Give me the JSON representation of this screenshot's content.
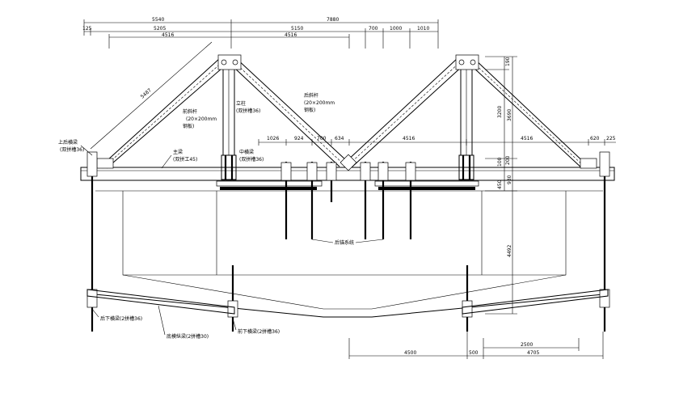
{
  "dimensions": {
    "top_total_left": "5540",
    "top_total_right": "7880",
    "row2_125": "125",
    "row2_5205": "5205",
    "row2_5150": "5150",
    "row2_700": "700",
    "row2_1000": "1000",
    "row2_1010": "1010",
    "row3_4516_left": "4516",
    "row3_4516_right": "4516",
    "diag_5487": "5487",
    "mid_1026": "1026",
    "mid_924": "924",
    "mid_700": "700",
    "mid_634": "634",
    "mid_4516_a": "4516",
    "mid_4516_b": "4516",
    "mid_620": "620",
    "mid_225": "225",
    "right_190": "190",
    "right_3200": "3200",
    "right_3690": "3690",
    "right_100": "100",
    "right_200": "200",
    "right_450": "450",
    "right_930": "930",
    "right_4492": "4492",
    "bottom_2500": "2500",
    "bottom_4500": "4500",
    "bottom_500": "500",
    "bottom_4705": "4705"
  },
  "labels": {
    "rear_anchor_beam": "上后横梁",
    "rear_anchor_beam_spec": "(双拼槽36)",
    "front_slant_rod": "前斜杆",
    "front_slant_spec1": "(20×200mm",
    "front_slant_spec2": "钢板)",
    "post": "立柱",
    "post_spec": "(双拼槽36)",
    "rear_slant_rod": "后斜杆",
    "rear_slant_spec1": "(20×200mm",
    "rear_slant_spec2": "钢板)",
    "main_beam": "主梁",
    "main_beam_spec": "(双拼工45)",
    "mid_beam": "中横梁",
    "mid_beam_spec": "(双拼槽36)",
    "anchor_bars": "后锚系统",
    "lower_rear_beam": "后下横梁(2拼槽36)",
    "bottom_longitudinal": "底模纵梁(2拼槽30)",
    "lower_front_beam": "前下横梁(2拼槽36)"
  }
}
